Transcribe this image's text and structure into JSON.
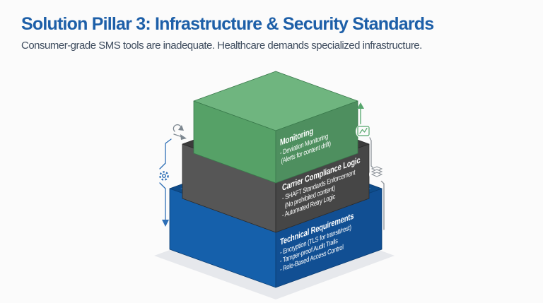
{
  "header": {
    "title": "Solution Pillar 3: Infrastructure & Security Standards",
    "subtitle": "Consumer-grade SMS tools are inadequate. Healthcare demands specialized infrastructure."
  },
  "colors": {
    "title_text": "#1d5fa8",
    "subtitle_text": "#3e4c5e",
    "background": "#fbfbfb",
    "shadow": "#e3e6ea",
    "left_annotation_line": "#2e6fb6",
    "right_annotation_green": "#55a66c",
    "right_annotation_gray": "#8d939a",
    "icon_gray": "#7d8790"
  },
  "diagram": {
    "layers": [
      {
        "name": "monitoring",
        "title": "Monitoring",
        "items": [
          "- Deviation Monitoring",
          "(Alerts for content drift)"
        ],
        "colors": {
          "top": "#6fb57f",
          "left": "#56a167",
          "right": "#4e8f5f",
          "edge": "#3a7a4c"
        }
      },
      {
        "name": "carrier-compliance-logic",
        "title": "Carrier Compliance Logic",
        "items": [
          "- SHAFT Standards Enforcement",
          "(No prohibited content)",
          "- Automated Retry Logic"
        ],
        "colors": {
          "top": "#3b3b3b",
          "top_inner": "#6e6e6e",
          "left": "#565656",
          "right": "#464646",
          "edge": "#2b2b2b"
        }
      },
      {
        "name": "technical-requirements",
        "title": "Technical Requirements",
        "items": [
          "- Encryption (TLS for transit/rest)",
          "- Tamper-proof Audit Trails",
          "- Role-Based Access Control"
        ],
        "colors": {
          "top": "#0e4c8a",
          "top_inner": "#2e72b6",
          "left": "#1560ab",
          "right": "#114f93",
          "edge": "#0b3e74"
        }
      }
    ],
    "annotations": {
      "left_top_icon": "rotate-arrow-icon",
      "left_middle_icon": "gear-icon",
      "left_end_icon": "down-arrow-icon",
      "right_top_icon": "up-arrow-icon",
      "right_upper_icon": "trend-chart-icon",
      "right_middle_icon": "layers-icon"
    }
  }
}
